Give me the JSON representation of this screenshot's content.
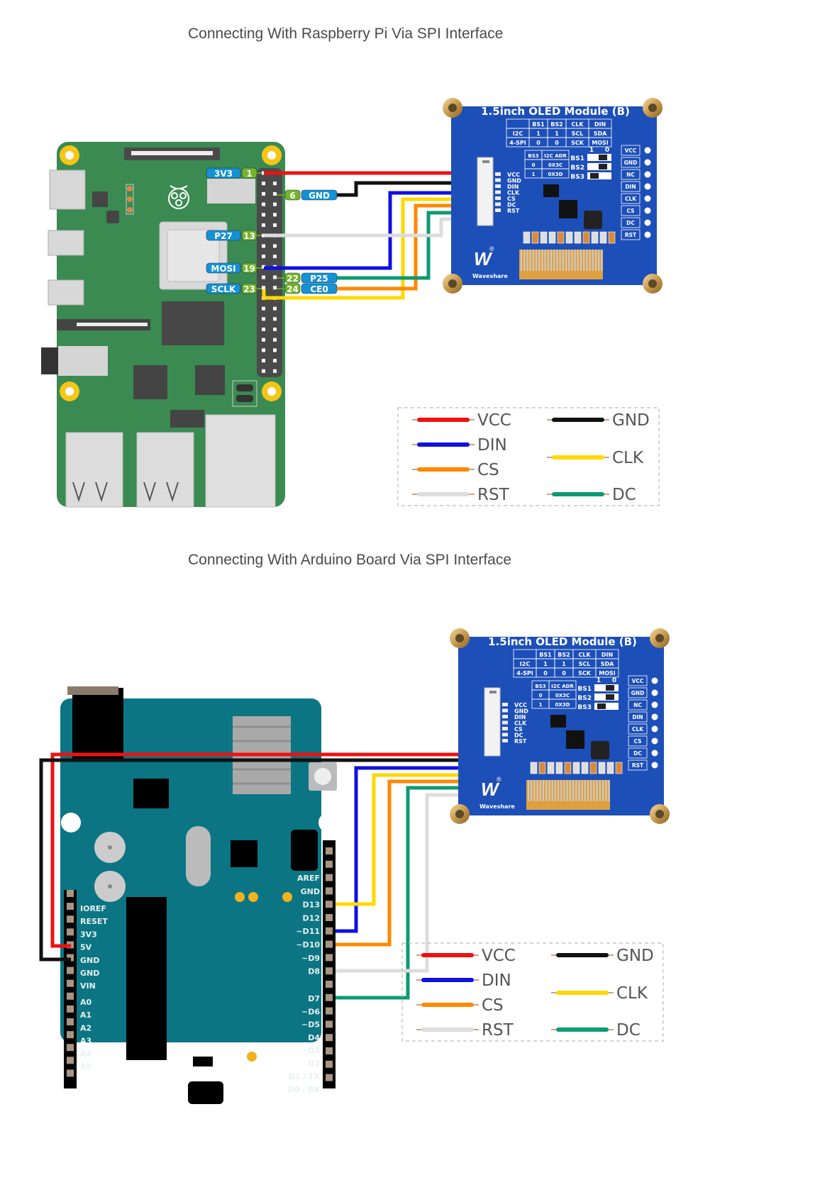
{
  "titles": {
    "pi": "Connecting With Raspberry Pi Via SPI Interface",
    "arduino": "Connecting With Arduino Board Via SPI Interface"
  },
  "oled_module": {
    "name": "1.5inch OLED Module (B)",
    "brand": "Waveshare",
    "mode_table": {
      "headers": [
        "",
        "BS1",
        "BS2",
        "CLK",
        "DIN"
      ],
      "rows": [
        [
          "I2C",
          "1",
          "1",
          "SCL",
          "SDA"
        ],
        [
          "4-SPI",
          "0",
          "0",
          "SCK",
          "MOSI"
        ]
      ]
    },
    "addr_table": {
      "headers": [
        "BS3",
        "I2C ADR"
      ],
      "rows": [
        [
          "0",
          "0X3C"
        ],
        [
          "1",
          "0X3D"
        ]
      ]
    },
    "jumpers": [
      "BS1",
      "BS2",
      "BS3"
    ],
    "jumper_cols": [
      "1",
      "0"
    ],
    "connector_pins": [
      "VCC",
      "GND",
      "DIN",
      "CLK",
      "CS",
      "DC",
      "RST"
    ],
    "header_pins": [
      "VCC",
      "GND",
      "NC",
      "DIN",
      "CLK",
      "CS",
      "DC",
      "RST"
    ]
  },
  "pi_pins": {
    "left": [
      {
        "name": "3V3",
        "num": "1"
      },
      {
        "name": "P27",
        "num": "13"
      },
      {
        "name": "MOSI",
        "num": "19"
      },
      {
        "name": "SCLK",
        "num": "23"
      }
    ],
    "right": [
      {
        "name": "GND",
        "num": "6"
      },
      {
        "name": "P25",
        "num": "22"
      },
      {
        "name": "CE0",
        "num": "24"
      }
    ]
  },
  "arduino_pins": {
    "power": [
      "IOREF",
      "RESET",
      "3V3",
      "5V",
      "GND",
      "GND",
      "VIN"
    ],
    "analog": [
      "A0",
      "A1",
      "A2",
      "A3",
      "A4",
      "A5"
    ],
    "digital_top": [
      "AREF",
      "GND",
      "D13",
      "D12",
      "~D11",
      "~D10",
      "~D9",
      "D8"
    ],
    "digital_bottom": [
      "D7",
      "~D6",
      "~D5",
      "D4",
      "~D3",
      "D2",
      "D1 / TX",
      "D0 / RX"
    ]
  },
  "legend": [
    {
      "label": "VCC",
      "color": "#ee1111"
    },
    {
      "label": "GND",
      "color": "#111111"
    },
    {
      "label": "DIN",
      "color": "#1010e0"
    },
    {
      "label": "CLK",
      "color": "#ffd800"
    },
    {
      "label": "CS",
      "color": "#ff8800"
    },
    {
      "label": "RST",
      "color": "#dddddd"
    },
    {
      "label": "DC",
      "color": "#0e9a72"
    }
  ],
  "colors": {
    "pi_board": "#3a8a52",
    "arduino_board": "#0b7584",
    "oled_board": "#1d4fb8",
    "pin_label_blue": "#1591d6",
    "pin_num_green": "#75b42a"
  }
}
